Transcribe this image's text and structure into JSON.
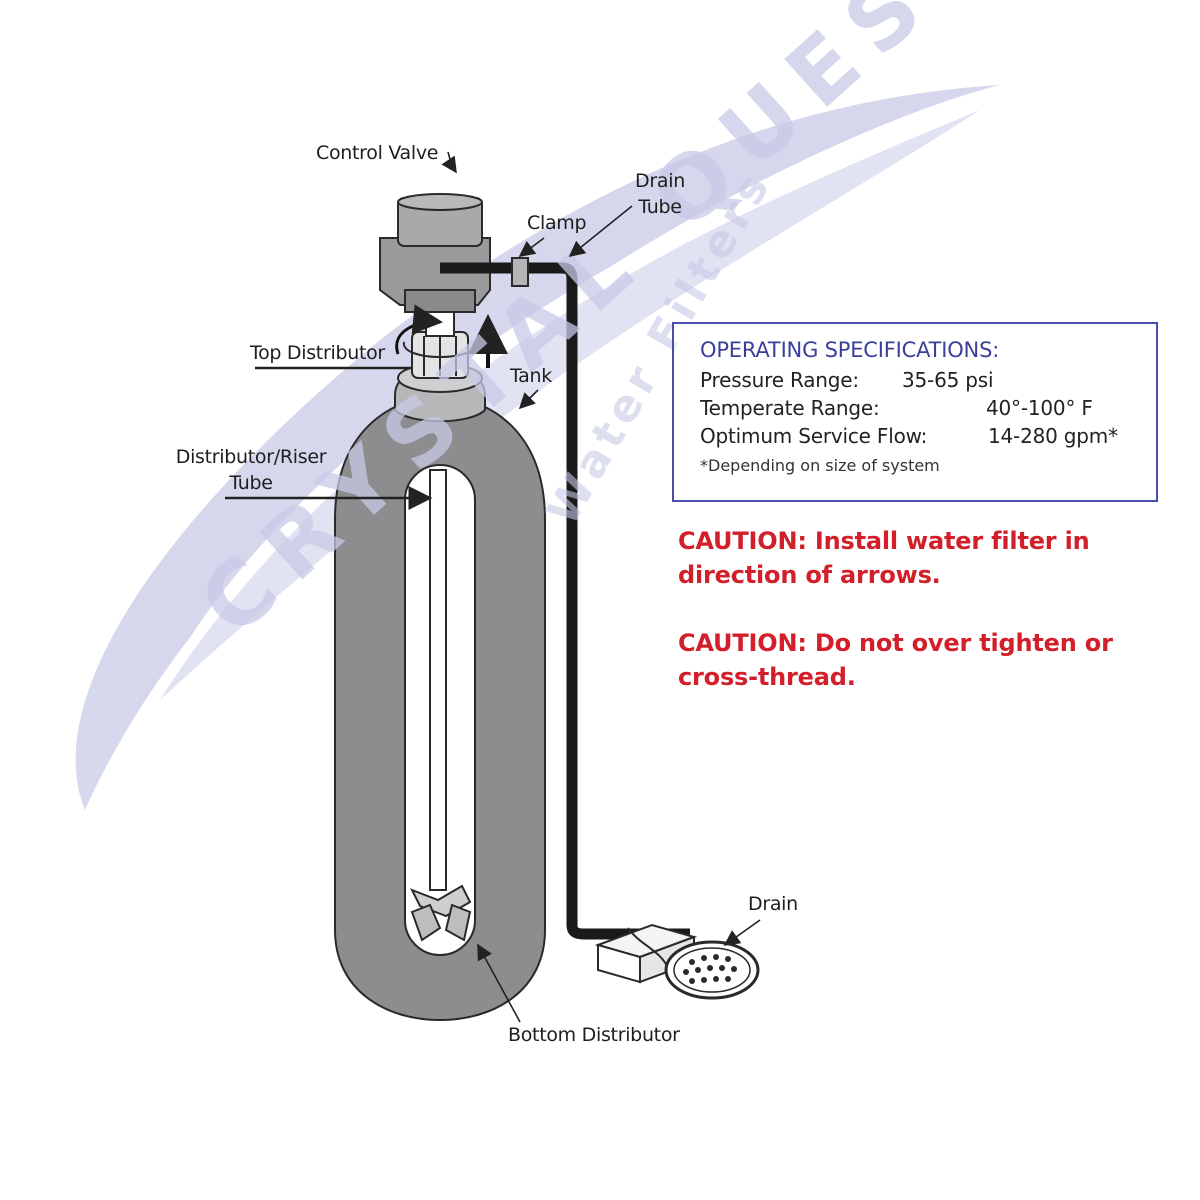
{
  "watermark": {
    "brand": "CRYSTAL QUEST",
    "tagline": "Water Filters",
    "color": "#c7c9e6"
  },
  "labels": {
    "control_valve": "Control Valve",
    "drain_tube_line1": "Drain",
    "drain_tube_line2": "Tube",
    "clamp": "Clamp",
    "top_distributor": "Top Distributor",
    "tank": "Tank",
    "riser_line1": "Distributor/Riser",
    "riser_line2": "Tube",
    "drain": "Drain",
    "bottom_distributor": "Bottom Distributor"
  },
  "specs": {
    "title": "OPERATING SPECIFICATIONS:",
    "rows": [
      {
        "label": "Pressure Range:",
        "value": "35-65 psi"
      },
      {
        "label": "Temperate Range:",
        "value": "40°-100° F"
      },
      {
        "label": "Optimum Service Flow:",
        "value": "14-280 gpm*"
      }
    ],
    "note": "*Depending on size of system",
    "border_color": "#4a4ea6",
    "title_color": "#3b3f9a"
  },
  "cautions": [
    {
      "line1": "CAUTION: Install water filter in",
      "line2": "direction of arrows."
    },
    {
      "line1": "CAUTION: Do not over tighten or",
      "line2": "cross-thread."
    }
  ],
  "colors": {
    "caution": "#d31f2a",
    "tank": "#8d8d90",
    "valve": "#9a9a9c",
    "tube": "#1a1a1a"
  }
}
